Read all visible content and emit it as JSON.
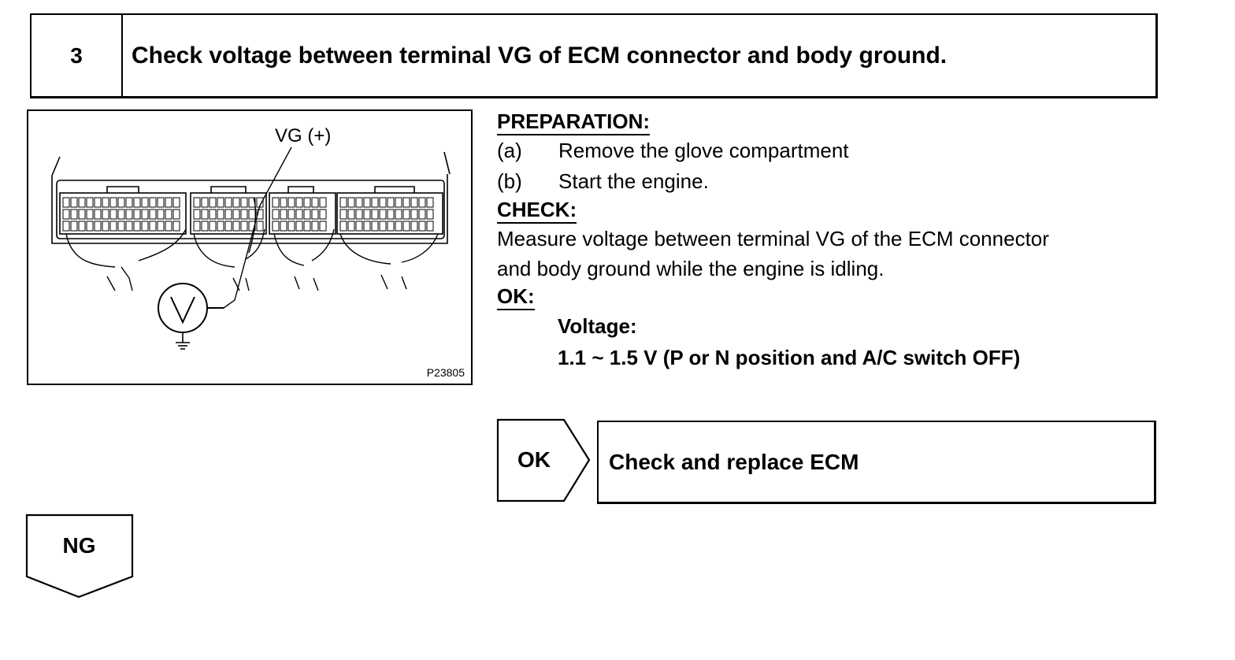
{
  "step": {
    "number": "3",
    "title": "Check voltage between terminal VG of ECM connector and body ground."
  },
  "figure": {
    "terminal_label": "VG (+)",
    "figure_id": "P23805",
    "meter_symbol": "V",
    "icons": [
      "ecm-connector-icon",
      "voltmeter-icon",
      "ground-symbol-icon"
    ]
  },
  "procedure": {
    "preparation_heading": "PREPARATION:",
    "preparation_steps": [
      {
        "label": "(a)",
        "text": "Remove the glove compartment"
      },
      {
        "label": "(b)",
        "text": "Start the engine."
      }
    ],
    "check_heading": "CHECK:",
    "check_text_line1": "Measure voltage between terminal VG of the ECM connector",
    "check_text_line2": "and body ground while the engine is idling.",
    "ok_heading": "OK:",
    "spec_label": "Voltage:",
    "spec_value": "1.1 ~ 1.5 V (P or N position and A/C switch OFF)"
  },
  "results": {
    "ok_label": "OK",
    "ok_action": "Check and replace ECM",
    "ng_label": "NG"
  }
}
